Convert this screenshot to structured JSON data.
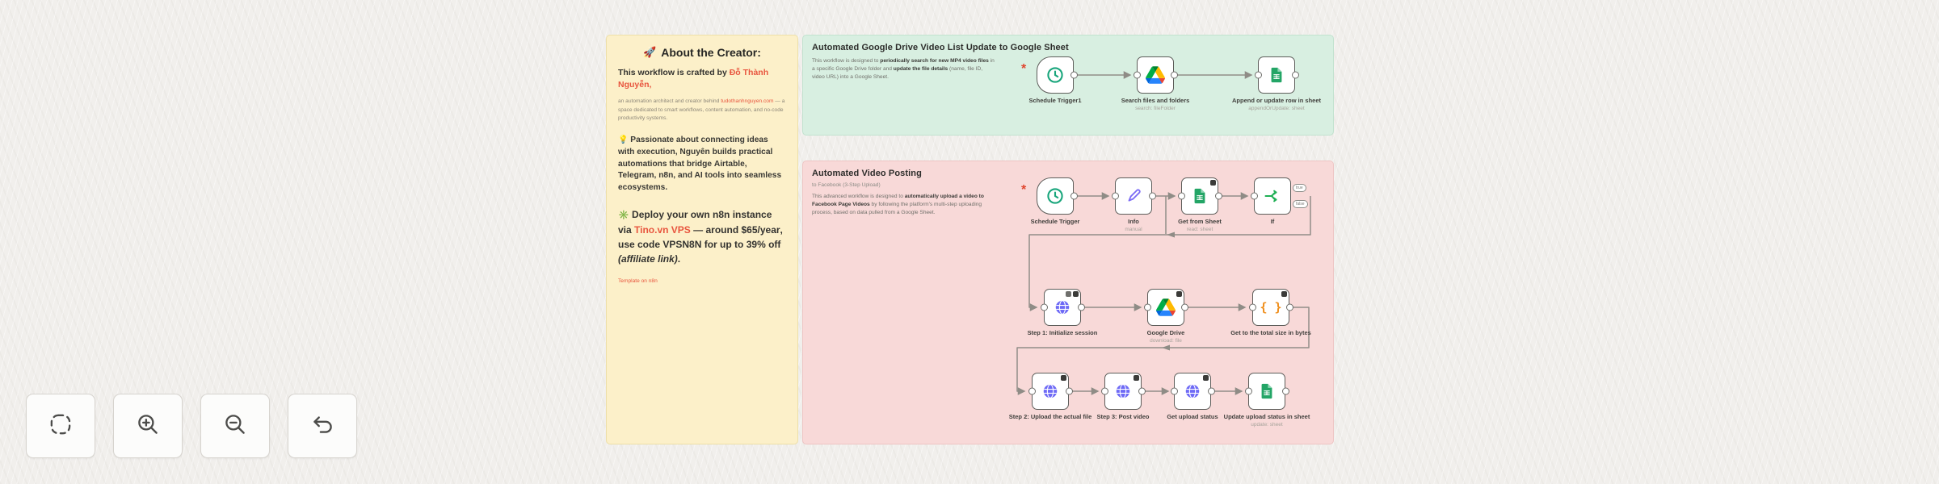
{
  "colors": {
    "note_yellow": "#fcf0c9",
    "note_green": "#d8efe1",
    "note_pink": "#f8d9d8",
    "accent_red": "#e8553e"
  },
  "notes": {
    "creator": {
      "title_icon": "🚀",
      "title": "About the Creator:",
      "p1_pre": "This workflow is crafted by ",
      "p1_name": "Đỗ Thành Nguyễn,",
      "p2_pre": "an automation architect and creator behind ",
      "p2_link": "tudothanhnguyen.com",
      "p2_post": " — a space dedicated to smart workflows, content automation, and no-code productivity systems.",
      "p3_icon": "💡",
      "p3_pre": "Passionate about connecting ideas with execution, Nguyên builds practical automations that bridge ",
      "p3_bold": "Airtable, Telegram, n8n, and AI tools",
      "p3_post": " into seamless ecosystems.",
      "p4_icon": "✳️",
      "p4_t1": "Deploy your own n8n instance via ",
      "p4_vps": "Tino.vn VPS",
      "p4_t2": " — around ",
      "p4_price": "$65/year",
      "p4_t3": ", use code ",
      "p4_code": "VPSN8N",
      "p4_t4": " for up to ",
      "p4_off": "39% off",
      "p4_aff": "(affiliate link)",
      "p4_end": ".",
      "footer_link": "Template on n8n"
    },
    "sync": {
      "title": "Automated Google Drive Video List Update to Google Sheet",
      "b1": "This workflow is designed to ",
      "b2": "periodically search for new MP4 video files",
      "b3": " in a specific Google Drive folder and ",
      "b4": "update the file details",
      "b5": " (name, file ID, video URL) into a Google Sheet."
    },
    "posting": {
      "title": "Automated Video Posting",
      "subtitle": "to Facebook (3-Step Upload)",
      "b1": "This advanced workflow is designed to ",
      "b2": "automatically upload a video to Facebook Page Videos",
      "b3": " by following the platform's ",
      "b4": "multi-step uploading process",
      "b5": ", based on data pulled from a Google Sheet."
    }
  },
  "nodes": {
    "g1": {
      "label": "Schedule Trigger1"
    },
    "g2": {
      "label": "Search files and folders",
      "subtitle": "search: fileFolder"
    },
    "g3": {
      "label": "Append or update row in sheet",
      "subtitle": "appendOrUpdate: sheet"
    },
    "p1": {
      "label": "Schedule Trigger"
    },
    "p2": {
      "label": "Info",
      "subtitle": "manual"
    },
    "p3": {
      "label": "Get from Sheet",
      "subtitle": "read: sheet"
    },
    "p4": {
      "label": "If",
      "outputs": [
        "true",
        "false"
      ]
    },
    "p5": {
      "label": "Step 1: Initialize session"
    },
    "p6": {
      "label": "Google Drive",
      "subtitle": "download: file"
    },
    "p7": {
      "label": "Get to the total size in bytes"
    },
    "p8": {
      "label": "Step 2: Upload the actual file"
    },
    "p9": {
      "label": "Step 3: Post video"
    },
    "p10": {
      "label": "Get upload status"
    },
    "p11": {
      "label": "Update upload status in sheet",
      "subtitle": "update: sheet"
    }
  },
  "icons": {
    "code_glyph": "{ }",
    "trigger_marker": "*"
  }
}
